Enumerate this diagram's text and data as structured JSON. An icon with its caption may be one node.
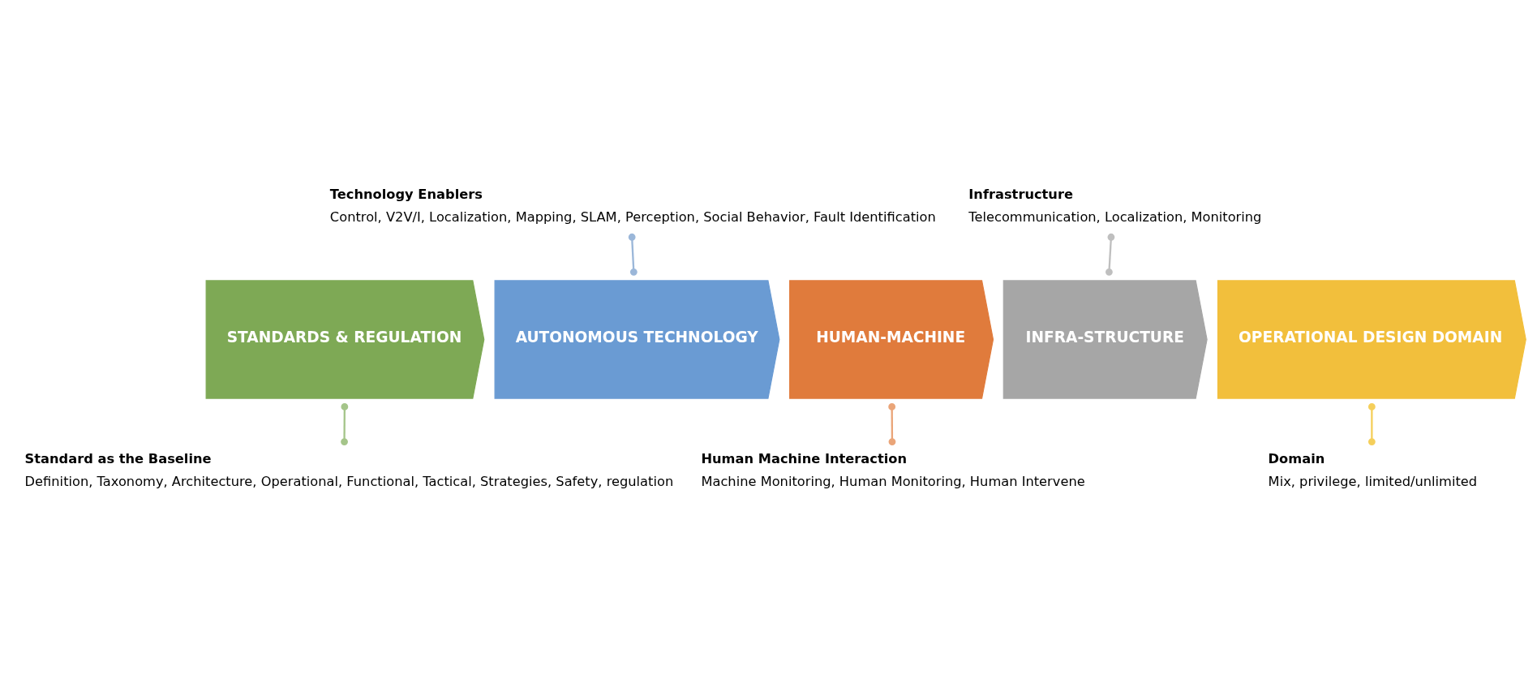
{
  "diagram": {
    "nodes": [
      {
        "text": [
          "STANDARDS & REGULATION"
        ]
      },
      {
        "text": [
          "AUTONOMOUS TECHNOLOGY"
        ]
      },
      {
        "text": [
          "HUMAN-MACHINE"
        ]
      },
      {
        "text": [
          "INFRA-STRUCTURE"
        ]
      },
      {
        "text": [
          "OPERATIONAL DESIGN DOMAIN"
        ]
      },
      {
        "text": [
          "Technology Enablers",
          "Control, V2V/I, Localization, Mapping, SLAM, Perception, Social Behavior, Fault Identification"
        ]
      },
      {
        "text": [
          "Infrastructure",
          "Telecommunication, Localization, Monitoring"
        ]
      },
      {
        "text": [
          "Standard as the Baseline",
          "Definition, Taxonomy, Architecture, Operational, Functional, Tactical, Strategies, Safety, regulation"
        ]
      },
      {
        "text": [
          "Human Machine Interaction",
          "Machine Monitoring, Human Monitoring, Human Intervene"
        ]
      },
      {
        "text": [
          "Domain",
          "Mix, privilege, limited/unlimited"
        ]
      }
    ],
    "edges": [
      {
        "from": 5,
        "to": 1,
        "arrow": "other",
        "color": "#9bb7d9"
      },
      {
        "from": 6,
        "to": 3,
        "arrow": "other",
        "color": "#bfbfbf"
      },
      {
        "from": 7,
        "to": 0,
        "arrow": "other",
        "color": "#a5c58a"
      },
      {
        "from": 8,
        "to": 2,
        "arrow": "other",
        "color": "#eaa579"
      },
      {
        "from": 9,
        "to": 4,
        "arrow": "other",
        "color": "#f5cf5b"
      }
    ]
  }
}
